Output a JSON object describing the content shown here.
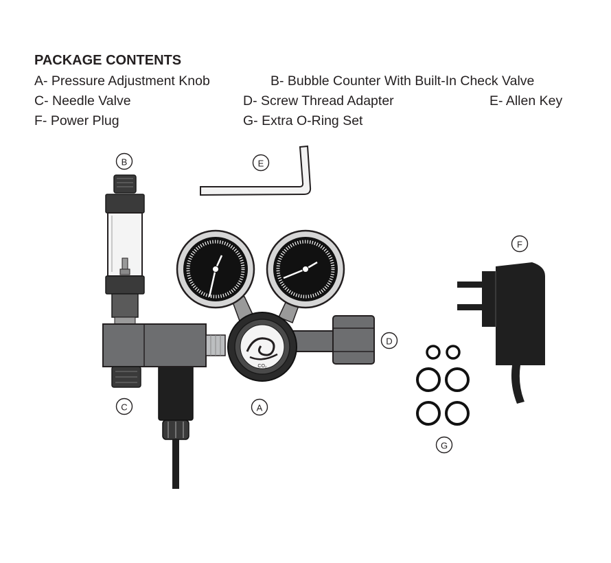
{
  "heading": "PACKAGE CONTENTS",
  "items": [
    "A- Pressure Adjustment Knob",
    "B- Bubble Counter With Built-In Check Valve",
    "C- Needle Valve",
    "D- Screw Thread Adapter",
    "E- Allen Key",
    "F- Power Plug",
    "G- Extra O-Ring Set"
  ],
  "callouts": [
    "A",
    "B",
    "C",
    "D",
    "E",
    "F",
    "G"
  ],
  "knob_label": "CO₂",
  "colors": {
    "ink": "#231f20",
    "body_gray": "#6d6e70",
    "dark": "#2b2b2b",
    "light_gray": "#bcbec0"
  }
}
